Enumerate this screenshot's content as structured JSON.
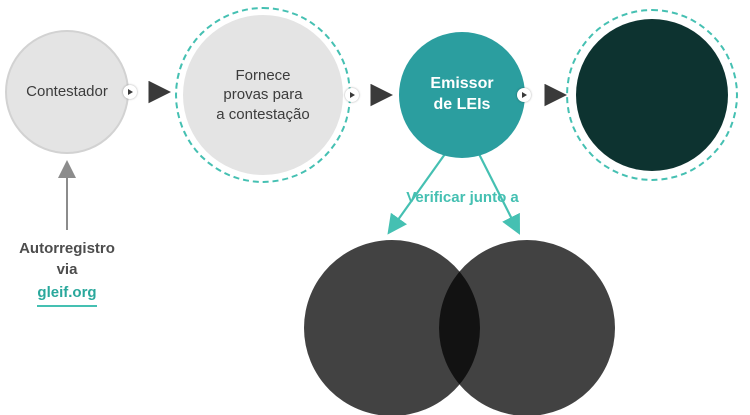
{
  "diagram": {
    "nodes": {
      "contestador": {
        "label": "Contestador"
      },
      "fornece": {
        "lines": [
          "Fornece",
          "provas para",
          "a contestação"
        ]
      },
      "emissor": {
        "lines": [
          "Emissor",
          "de LEIs"
        ]
      },
      "resultado": {
        "label": ""
      },
      "verificacao_left": {
        "label": ""
      },
      "verificacao_right": {
        "label": ""
      }
    },
    "annotations": {
      "autorregistro": {
        "lines": [
          "Autorregistro",
          "via"
        ],
        "link": "gleif.org"
      },
      "verificar": "Verificar junto a"
    },
    "colors": {
      "node_light": "#e4e4e4",
      "node_light_border": "#d2d2d2",
      "teal": "#2b9e9f",
      "dark_teal": "#0d3330",
      "accent_teal": "#45c0b2",
      "link_teal": "#2aa89c",
      "venn_gray": "#424242",
      "arrow_dark": "#3a3a3a",
      "arrow_gray": "#8c8c8c",
      "text_dark": "#3c3c3c"
    }
  }
}
